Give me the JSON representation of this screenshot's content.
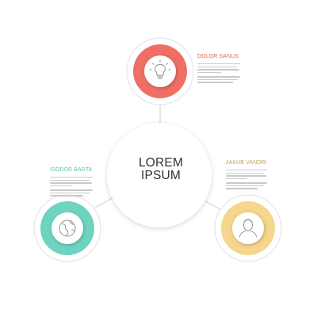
{
  "center": {
    "line1": "LOREM",
    "line2": "IPSUM"
  },
  "nodes": [
    {
      "title": "DOLOR SANUS",
      "icon": "lightbulb-icon",
      "color": "#ef6f64",
      "title_color": "#e2685d"
    },
    {
      "title": "ISODOR BARTA",
      "icon": "globe-icon",
      "color": "#6fd3c1",
      "title_color": "#5fc2b1"
    },
    {
      "title": "JAKUB VANDRI",
      "icon": "person-icon",
      "color": "#f6d58c",
      "title_color": "#c2a25a"
    }
  ],
  "colors": {
    "outline": "#e6e6e6",
    "connector": "#d6d6d6",
    "text_placeholder": "#c9c9c9"
  }
}
